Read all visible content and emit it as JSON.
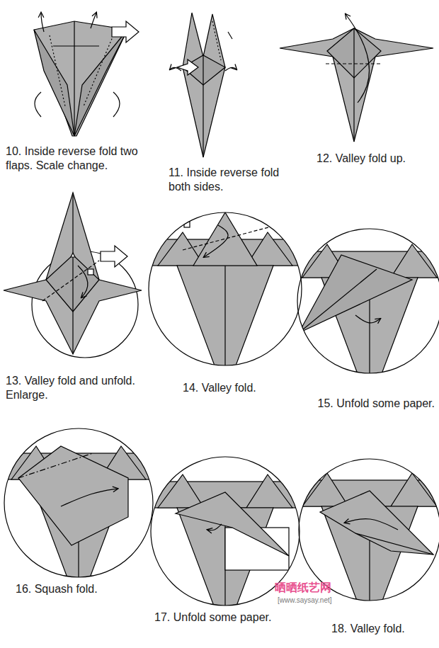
{
  "diagram": {
    "labels": [
      "10. Inside reverse fold two flaps. Scale change.",
      "11. Inside reverse fold both sides.",
      "12. Valley fold up.",
      "13. Valley fold and unfold. Enlarge.",
      "14. Valley fold.",
      "15. Unfold some paper.",
      "16. Squash fold.",
      "17. Unfold some paper.",
      "18. Valley fold.",
      "晒晒纸艺网",
      "[www.saysay.net]"
    ]
  }
}
